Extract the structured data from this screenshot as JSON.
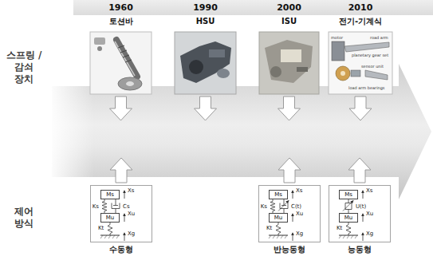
{
  "diagram": {
    "nodes": [
      {
        "text": [
          "1960",
          "토션바"
        ]
      },
      {
        "text": [
          "1990",
          "HSU"
        ]
      },
      {
        "text": [
          "2000",
          "ISU"
        ]
      },
      {
        "text": [
          "2010",
          "전기-기계식"
        ]
      },
      {
        "text": [
          "수동형"
        ]
      },
      {
        "text": [
          "Ms"
        ],
        "in": 4
      },
      {
        "text": [
          "Mu"
        ],
        "in": 4
      },
      {
        "text": [
          "반능동형"
        ]
      },
      {
        "text": [
          "Ms"
        ],
        "in": 7
      },
      {
        "text": [
          "Mu"
        ],
        "in": 7
      },
      {
        "text": [
          "능동형"
        ]
      },
      {
        "text": [
          "Ms"
        ],
        "in": 10
      },
      {
        "text": [
          "Mu"
        ],
        "in": 10
      }
    ],
    "edges": [
      {
        "from": 5,
        "to": 6,
        "arrow": "none",
        "label": "Ks"
      },
      {
        "from": 5,
        "to": 6,
        "arrow": "none",
        "label": "Cs"
      },
      {
        "from": 8,
        "to": 9,
        "arrow": "none",
        "label": "Ks"
      },
      {
        "from": 8,
        "to": 9,
        "arrow": "none",
        "label": "C(t)"
      },
      {
        "from": 11,
        "to": 12,
        "arrow": "none",
        "label": "U(t)"
      }
    ],
    "labels": [
      "스프링 /감쇠 장치",
      "제어 방식",
      "motor",
      "road arm",
      "planetary gear set",
      "sensor unit",
      "load arm bearings",
      "Xs",
      "Xu",
      "Kt",
      "Xg",
      "Xs",
      "Xu",
      "Kt",
      "Xg",
      "Xs",
      "Xu",
      "Kt",
      "Xg"
    ]
  }
}
